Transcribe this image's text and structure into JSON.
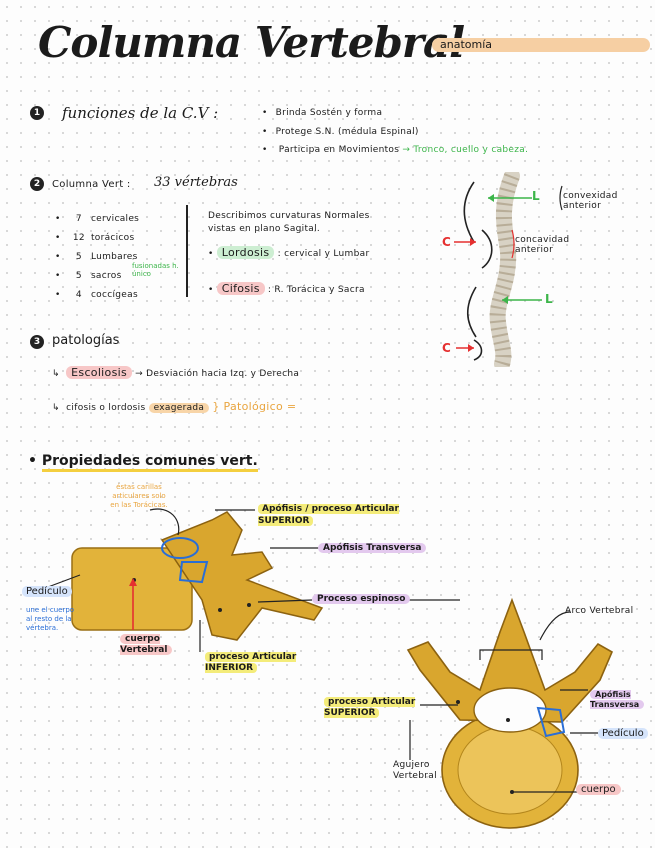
{
  "header": {
    "title": "Columna Vertebral",
    "tag": "anatomía"
  },
  "colors": {
    "green": "#3cb54a",
    "red": "#e53030",
    "blue": "#2a6ed6",
    "orange": "#f8d5a8",
    "yellow": "#f4ec7a",
    "purple": "#e3c9ee",
    "bone": "#e2b33a"
  },
  "section1": {
    "label": "funciones de la C.V :",
    "items": [
      "Brinda Sostén y forma",
      "Protege S.N. (médula Espinal)"
    ],
    "item3_prefix": "Participa en Movimientos",
    "item3_highlight": "→ Tronco, cuello y cabeza."
  },
  "section2": {
    "label": "Columna Vert :",
    "count": "33 vértebras",
    "list": [
      {
        "n": "7",
        "t": "cervicales"
      },
      {
        "n": "12",
        "t": "torácicos"
      },
      {
        "n": "5",
        "t": "Lumbares"
      },
      {
        "n": "5",
        "t": "sacros"
      },
      {
        "n": "4",
        "t": "coccígeas"
      }
    ],
    "fused_note": "fusionadas h. único",
    "desc": "Describimos curvaturas Normales vistas en plano Sagital.",
    "lordosis": "Lordosis",
    "lordosis_desc": ": cervical y Lumbar",
    "cifosis": "Cifosis",
    "cifosis_desc": ": R. Torácica y Sacra",
    "spine_labels": {
      "convexidad": "convexidad anterior",
      "concavidad": "concavidad anterior",
      "L": "L",
      "C": "C"
    }
  },
  "section3": {
    "label": "patologías",
    "escoliosis": "Escoliosis",
    "escoliosis_desc": "→ Desviación hacia Izq. y Derecha",
    "cifosis_lordosis": "cifosis o lordosis",
    "exagerada": "exagerada",
    "patologico": "} Patológico ="
  },
  "section4": {
    "title": "Propiedades comunes vert.",
    "carillas_note": "éstas carillas articulares solo en las Torácicas.",
    "apofisis_sup": "Apófisis / proceso Articular SUPERIOR",
    "apofisis_trans": "Apófisis Transversa",
    "proceso_espinoso": "Proceso espinoso",
    "pediculo": "Pedículo",
    "pediculo_note": "une el cuerpo al resto de la vértebra.",
    "cuerpo_vertebral": "cuerpo Vertebral",
    "proceso_inf": "proceso Articular INFERIOR",
    "arco": "Arco Vertebral",
    "apofisis_trans2": "Apófisis Transversa",
    "pediculo2": "Pedículo",
    "proceso_sup2": "proceso Articular SUPERIOR",
    "agujero": "Agujero Vertebral",
    "cuerpo": "cuerpo"
  }
}
